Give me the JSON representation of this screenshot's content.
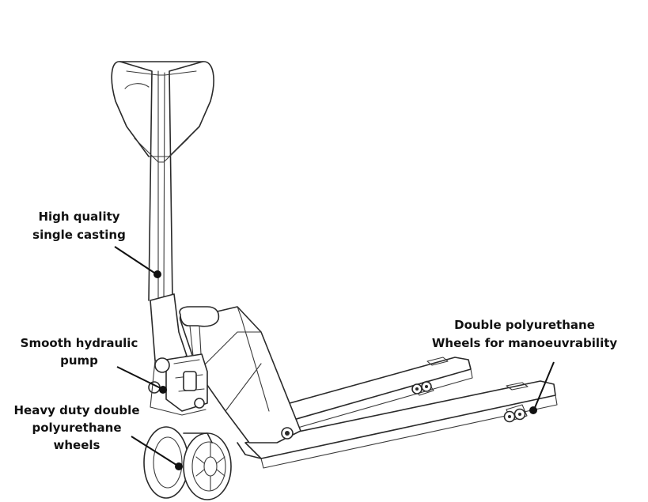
{
  "callouts": {
    "casting": {
      "line1": "High quality",
      "line2": "single casting"
    },
    "pump": {
      "line1": "Smooth hydraulic",
      "line2": "pump"
    },
    "load_wheels": {
      "line1": "Double polyurethane",
      "line2": "Wheels for manoeuvrability"
    },
    "steer_wheels": {
      "line1": "Heavy duty double",
      "line2": "polyurethane",
      "line3": "wheels"
    }
  },
  "colors": {
    "line": "#2a2a2a",
    "label": "#111111",
    "background": "#ffffff"
  }
}
